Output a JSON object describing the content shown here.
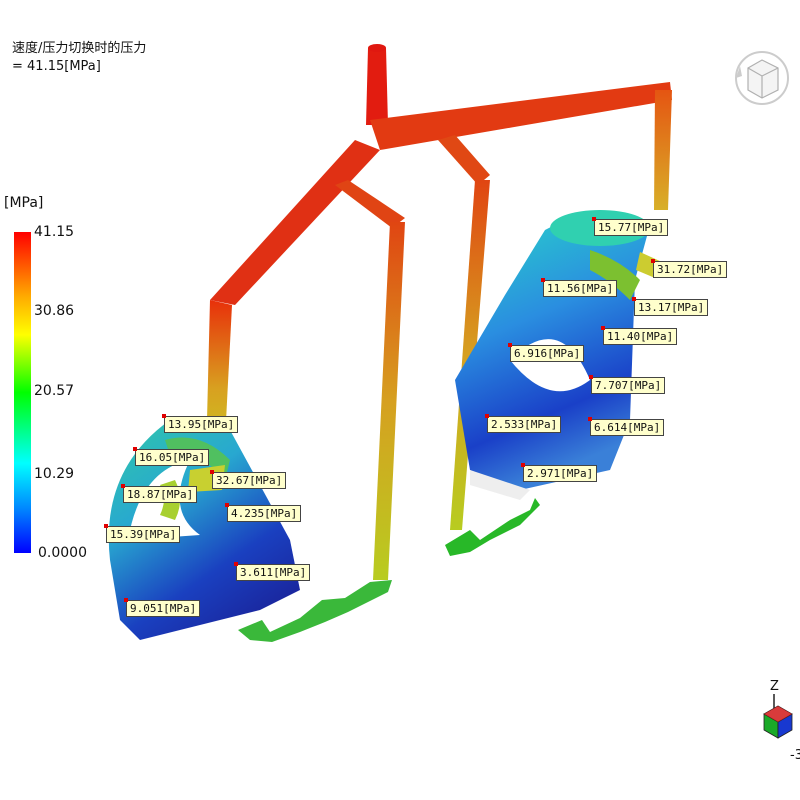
{
  "result": {
    "title": "速度/压力切换时的压力",
    "value_line": " = 41.15[MPa]"
  },
  "legend": {
    "unit": "[MPa]",
    "ticks": [
      "41.15",
      "30.86",
      "20.57",
      "10.29",
      "0.0000"
    ]
  },
  "probes": [
    "15.77[MPa]",
    "31.72[MPa]",
    "11.56[MPa]",
    "13.17[MPa]",
    "11.40[MPa]",
    "6.916[MPa]",
    "7.707[MPa]",
    "2.533[MPa]",
    "6.614[MPa]",
    "2.971[MPa]",
    "13.95[MPa]",
    "16.05[MPa]",
    "32.67[MPa]",
    "18.87[MPa]",
    "4.235[MPa]",
    "15.39[MPa]",
    "3.611[MPa]",
    "9.051[MPa]"
  ],
  "triad": {
    "z_label": "Z",
    "x_label": "-3"
  },
  "colors": {
    "max": "#ff0000",
    "mid": "#00ff00",
    "min": "#0000ff",
    "probe_bg": "#ffffcc"
  }
}
